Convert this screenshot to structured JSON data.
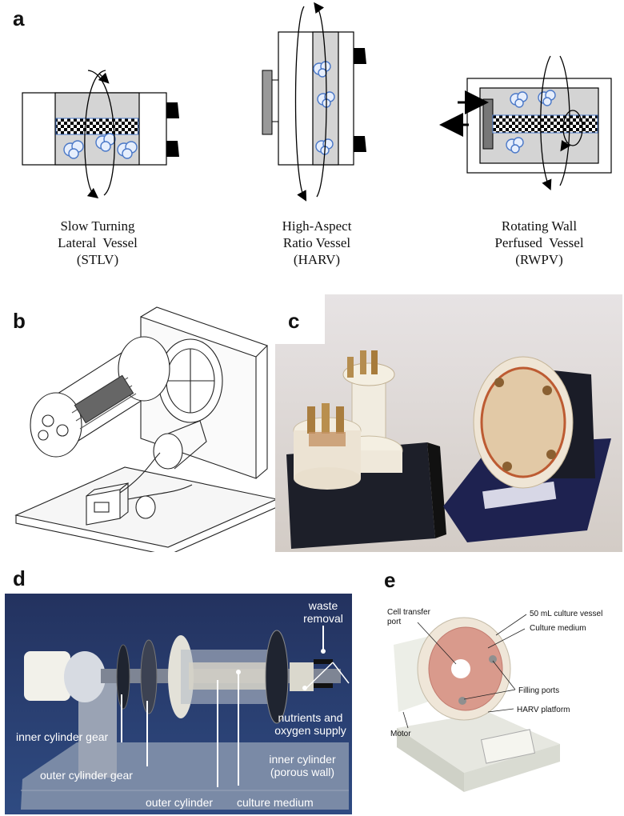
{
  "panels": {
    "a": {
      "letter": "a",
      "vessels": [
        {
          "line1": "Slow Turning",
          "line2": "Lateral  Vessel",
          "line3": "(STLV)"
        },
        {
          "line1": "High-Aspect",
          "line2": "Ratio Vessel",
          "line3": "(HARV)"
        },
        {
          "line1": "Rotating Wall",
          "line2": "Perfused  Vessel",
          "line3": "(RWPV)"
        }
      ]
    },
    "b": {
      "letter": "b"
    },
    "c": {
      "letter": "c"
    },
    "d": {
      "letter": "d",
      "labels": {
        "waste_1": "waste",
        "waste_2": "removal",
        "nutrients_1": "nutrients and",
        "nutrients_2": "oxygen supply",
        "inner_gear": "inner cylinder gear",
        "outer_gear": "outer cylinder gear",
        "inner_cyl_1": "inner cylinder",
        "inner_cyl_2": "(porous wall)",
        "outer_cylinder": "outer cylinder",
        "culture_medium": "culture medium"
      }
    },
    "e": {
      "letter": "e",
      "labels": {
        "cell_transfer_1": "Cell transfer",
        "cell_transfer_2": "port",
        "vessel_50ml": "50 mL culture vessel",
        "culture_medium": "Culture medium",
        "filling_ports": "Filling ports",
        "harv_platform": "HARV platform",
        "motor": "Motor"
      }
    }
  },
  "colors": {
    "vessel_gray": "#d4d4d4",
    "cell_blue": "#4a78c8",
    "photo_c_bg": "#dcd6d2",
    "photo_d_bg": "#243a6a",
    "photo_e_medium": "#d99a8c"
  }
}
